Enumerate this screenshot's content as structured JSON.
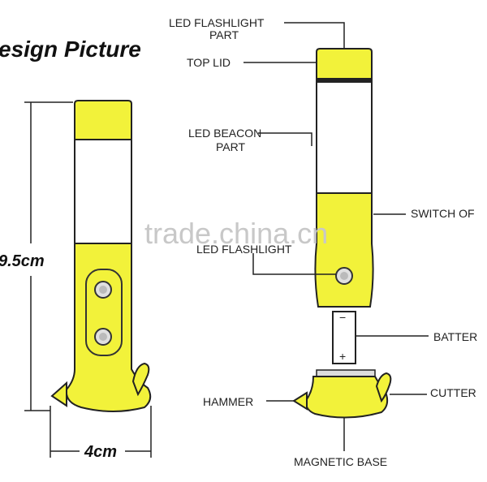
{
  "title": "esign Picture",
  "dimensions": {
    "height": "9.5cm",
    "width": "4cm"
  },
  "labels": {
    "led_flashlight_part": [
      "LED FLASHLIGHT",
      "PART"
    ],
    "top_lid": "TOP LID",
    "led_beacon_part": [
      "LED BEACON",
      "PART"
    ],
    "switch_off": "SWITCH OF",
    "led_flashlight": "LED FLASHLIGHT",
    "battery": "BATTER",
    "cutter": "CUTTER",
    "hammer": "HAMMER",
    "magnetic_base": "MAGNETIC BASE"
  },
  "watermark": "trade.china.cn",
  "colors": {
    "body": "#f2f23a",
    "outline": "#222222",
    "window": "#ffffff"
  },
  "icons": {
    "battery_minus": "minus-icon",
    "battery_plus": "plus-icon"
  }
}
